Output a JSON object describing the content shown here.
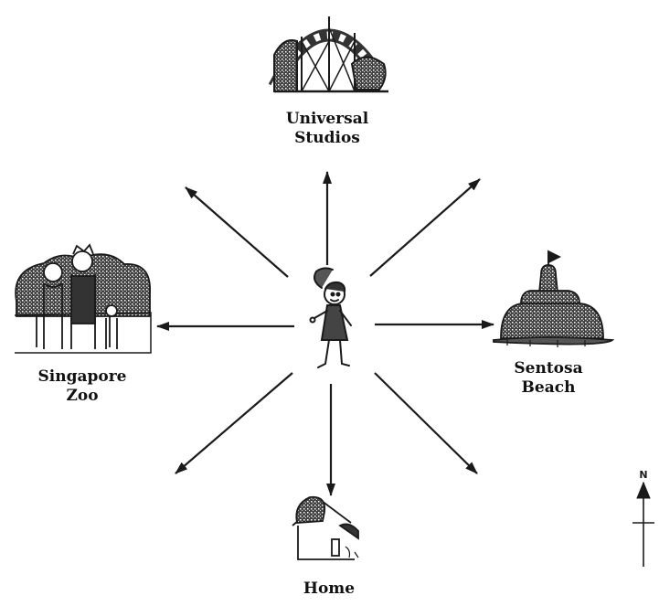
{
  "places": {
    "north": {
      "line1": "Universal",
      "line2": "Studios"
    },
    "west": {
      "line1": "Singapore",
      "line2": "Zoo"
    },
    "east": {
      "line1": "Sentosa",
      "line2": "Beach"
    },
    "south": {
      "line1": "Home"
    }
  },
  "compass": {
    "north_letter": "N"
  },
  "colors": {
    "ink": "#1a1a1a",
    "shade": "#3a3a3a",
    "paper": "#ffffff"
  }
}
